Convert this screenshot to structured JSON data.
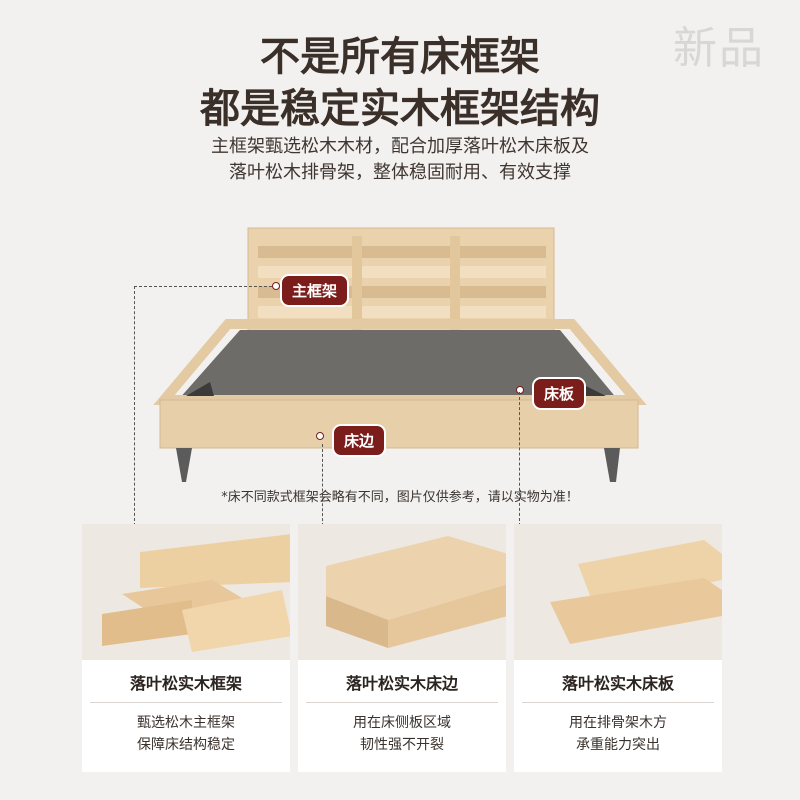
{
  "watermark": "新品",
  "heading": {
    "line1": "不是所有床框架",
    "line2": "都是稳定实木框架结构"
  },
  "subheading": {
    "line1": "主框架甄选松木木材，配合加厚落叶松木床板及",
    "line2": "落叶松木排骨架，整体稳固耐用、有效支撑"
  },
  "labels": {
    "main_frame": "主框架",
    "board": "床板",
    "side": "床边"
  },
  "note": "*床不同款式框架会略有不同，图片仅供参考，请以实物为准！",
  "cards": [
    {
      "title": "落叶松实木框架",
      "desc1": "甄选松木主框架",
      "desc2": "保障床结构稳定"
    },
    {
      "title": "落叶松实木床边",
      "desc1": "用在床侧板区域",
      "desc2": "韧性强不开裂"
    },
    {
      "title": "落叶松实木床板",
      "desc1": "用在排骨架木方",
      "desc2": "承重能力突出"
    }
  ],
  "colors": {
    "accent": "#7a1d1b",
    "wood": "#e4caa2",
    "mattress": "#6f6d69",
    "background": "#f3f1ef"
  }
}
